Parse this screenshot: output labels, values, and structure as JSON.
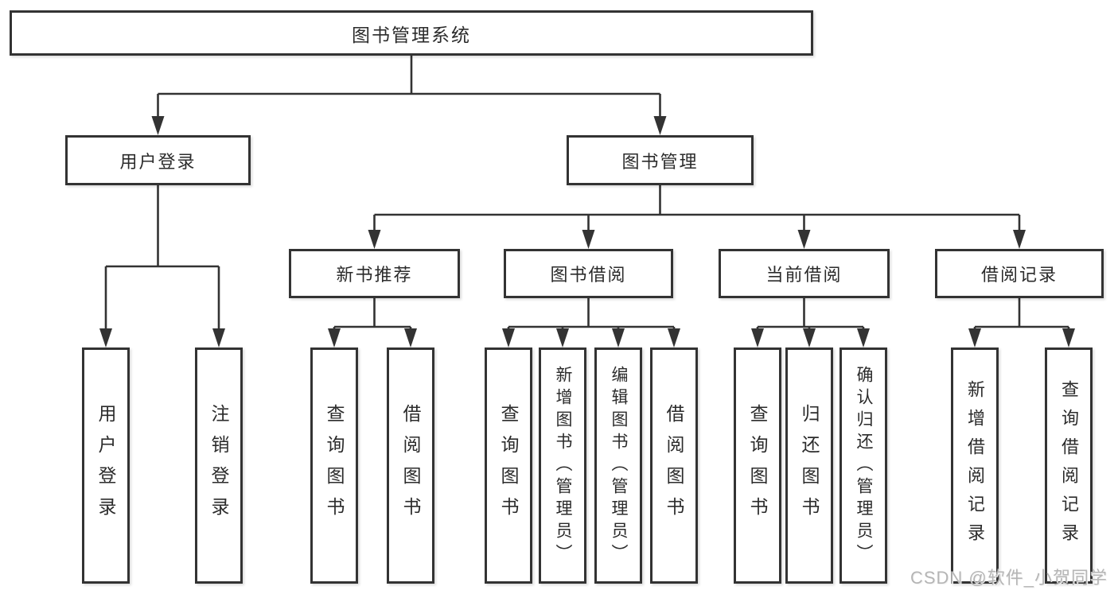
{
  "diagram": {
    "root": "图书管理系统",
    "level2": [
      "用户登录",
      "图书管理"
    ],
    "level3": [
      "新书推荐",
      "图书借阅",
      "当前借阅",
      "借阅记录"
    ],
    "level4": {
      "login": [
        "用户登录",
        "注销登录"
      ],
      "recommend": [
        "查询图书",
        "借阅图书"
      ],
      "borrow": [
        "查询图书",
        "新增图书（管理员）",
        "编辑图书（管理员）",
        "借阅图书"
      ],
      "current": [
        "查询图书",
        "归还图书",
        "确认归还（管理员）"
      ],
      "record": [
        "新增借阅记录",
        "查询借阅记录"
      ]
    }
  },
  "watermark": "CSDN @软件_小贺同学",
  "colors": {
    "line": "#333333",
    "box_border": "#333333",
    "box_fill": "#ffffff",
    "text": "#2b2b2b",
    "watermark": "#b5b5b5"
  }
}
